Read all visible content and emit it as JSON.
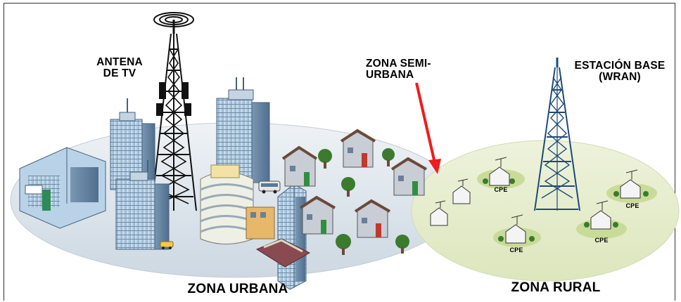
{
  "labels": {
    "antena_tv_line1": "ANTENA",
    "antena_tv_line2": "DE TV",
    "zona_semi_line1": "ZONA SEMI-",
    "zona_semi_line2": "URBANA",
    "estacion_line1": "ESTACIÓN BASE",
    "estacion_line2": "(WRAN)",
    "zona_urbana": "ZONA URBANA",
    "zona_rural": "ZONA RURAL",
    "cpe": [
      "CPE",
      "CPE",
      "CPE",
      "CPE"
    ]
  },
  "colors": {
    "urban_zone": "#dfe6ec",
    "rural_zone": "#e7edcf",
    "tower": "#111111",
    "wran_tower": "#1d4a78",
    "arrow": "#ee1c1c",
    "building_glass": "#a9c6df",
    "house_wall": "#c9cdd6",
    "house_roof": "#6b4a3a",
    "tree": "#3c7a2e"
  },
  "icons": [
    "tv-antenna-tower-icon",
    "wran-base-station-tower-icon",
    "office-building-icon",
    "house-icon",
    "tree-icon",
    "cpe-antenna-icon",
    "bus-icon",
    "taxi-icon",
    "red-arrow-icon"
  ]
}
